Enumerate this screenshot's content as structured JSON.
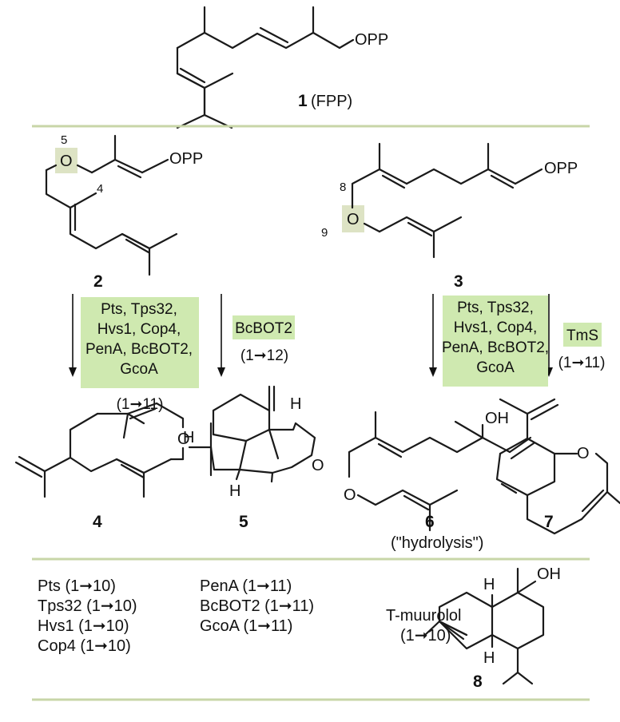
{
  "atoms": {
    "opp": "OPP",
    "o": "O",
    "oh": "OH",
    "h": "H"
  },
  "compounds": {
    "c1": {
      "number": "1",
      "name": "(FPP)"
    },
    "c2": {
      "number": "2",
      "label_5": "5",
      "label_4": "4"
    },
    "c3": {
      "number": "3",
      "label_8": "8",
      "label_9": "9"
    },
    "c4": {
      "number": "4"
    },
    "c5": {
      "number": "5"
    },
    "c6": {
      "number": "6",
      "note": "(\"hydrolysis\")"
    },
    "c7": {
      "number": "7"
    },
    "c8": {
      "number": "8"
    }
  },
  "arrows": {
    "a1": {
      "enzymes": [
        "Pts, Tps32,",
        "Hvs1, Cop4,",
        "PenA, BcBOT2,",
        "GcoA"
      ],
      "ratio": "(1➞11)"
    },
    "a2": {
      "enzymes": [
        "BcBOT2"
      ],
      "ratio": "(1➞12)"
    },
    "a3": {
      "enzymes": [
        "Pts, Tps32,",
        "Hvs1, Cop4,",
        "PenA, BcBOT2,",
        "GcoA"
      ]
    },
    "a4": {
      "enzymes": [
        "TmS"
      ],
      "ratio": "(1➞11)"
    }
  },
  "legend": {
    "col1": [
      "Pts (1➞10)",
      "Tps32 (1➞10)",
      "Hvs1 (1➞10)",
      "Cop4 (1➞10)"
    ],
    "col2": [
      "PenA (1➞11)",
      "BcBOT2 (1➞11)",
      "GcoA (1➞11)"
    ],
    "col3": [
      "T-muurolol",
      "(1➞10)"
    ]
  },
  "colors": {
    "highlight": "#cfe9b0",
    "atom_highlight": "#dde3c4",
    "separator": "#c8d6a8"
  }
}
